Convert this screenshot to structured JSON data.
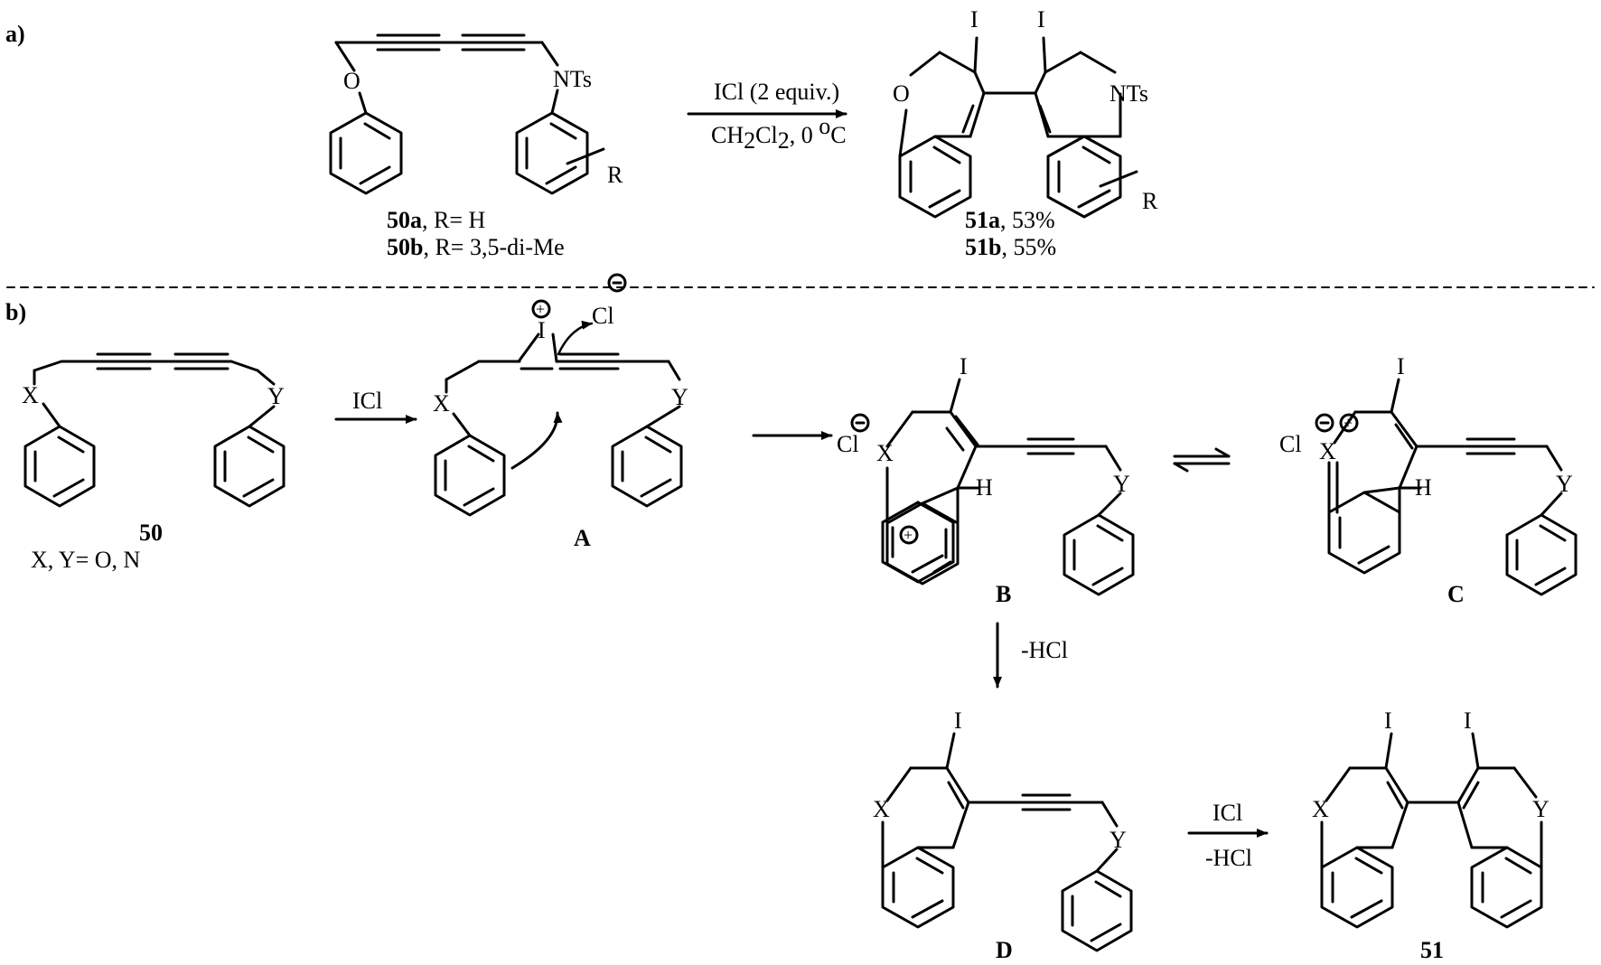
{
  "panel_a": {
    "label": "a)",
    "reagent_top": "ICl (2 equiv.)",
    "reagent_bottom_1": "CH",
    "reagent_bottom_2": "2",
    "reagent_bottom_3": "Cl",
    "reagent_bottom_4": "2",
    "reagent_bottom_5": ", 0 ",
    "reagent_bottom_6": "o",
    "reagent_bottom_7": "C",
    "sm_atom_O": "O",
    "sm_atom_NTs": "NTs",
    "sm_atom_R": "R",
    "prod_atom_O": "O",
    "prod_atom_NTs": "NTs",
    "prod_atom_I1": "I",
    "prod_atom_I2": "I",
    "prod_atom_R": "R",
    "sm_line1_id": "50a",
    "sm_line1_rest": ", R= H",
    "sm_line2_id": "50b",
    "sm_line2_rest": ", R= 3,5-di-Me",
    "prod_line1_id": "51a",
    "prod_line1_rest": ", 53%",
    "prod_line2_id": "51b",
    "prod_line2_rest": ", 55%"
  },
  "panel_b": {
    "label": "b)",
    "cmpd_50": {
      "id": "50",
      "X": "X",
      "Y": "Y",
      "note": "X, Y= O, N"
    },
    "arrow1_reagent": "ICl",
    "int_A": {
      "id": "A",
      "X": "X",
      "Y": "Y",
      "I": "I",
      "Cl": "Cl",
      "plus": "+",
      "minus": "−"
    },
    "int_B": {
      "id": "B",
      "X": "X",
      "Y": "Y",
      "I": "I",
      "H": "H",
      "Cl": "Cl",
      "plus": "+",
      "minus": "−"
    },
    "int_C": {
      "id": "C",
      "X": "X",
      "Y": "Y",
      "I": "I",
      "H": "H",
      "Cl": "Cl",
      "plus": "+",
      "minus": "−"
    },
    "arrow_down_reagent": "-HCl",
    "int_D": {
      "id": "D",
      "X": "X",
      "Y": "Y",
      "I": "I"
    },
    "final_reagent_top": "ICl",
    "final_reagent_bottom": "-HCl",
    "prod_51": {
      "id": "51",
      "X": "X",
      "Y": "Y",
      "I1": "I",
      "I2": "I"
    }
  }
}
